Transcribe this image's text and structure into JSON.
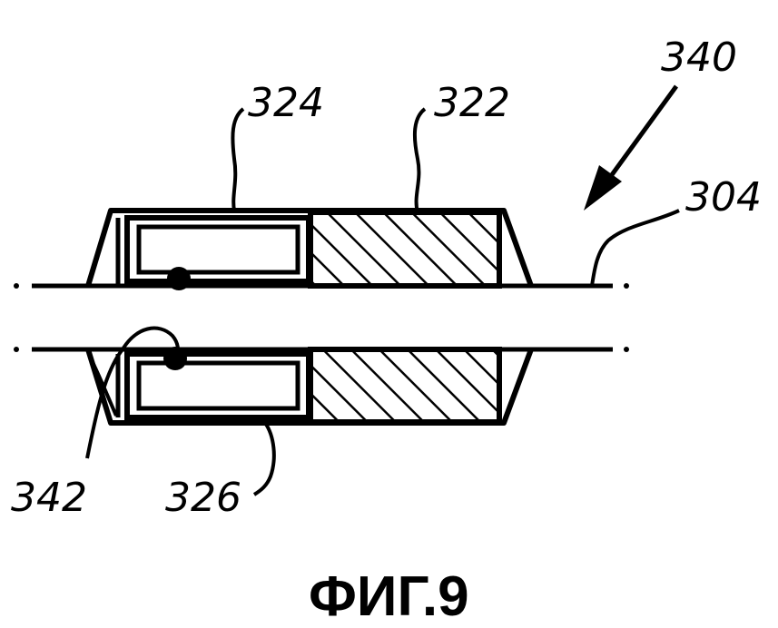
{
  "figure": {
    "caption": "ФИГ.9",
    "labels": {
      "assembly": "340",
      "part_324": "324",
      "part_322": "322",
      "part_304": "304",
      "part_342": "342",
      "part_326": "326"
    },
    "ink_color": "#000000",
    "background_color": "#ffffff"
  }
}
